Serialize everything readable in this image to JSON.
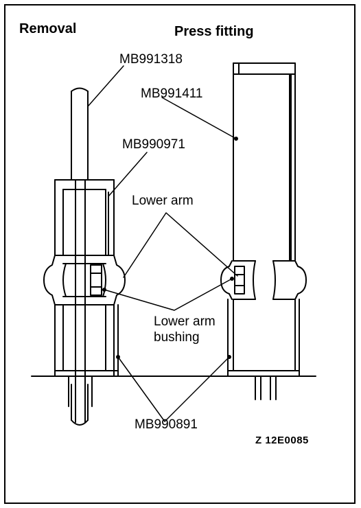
{
  "headers": {
    "removal": "Removal",
    "press_fitting": "Press fitting"
  },
  "labels": {
    "mb991318": "MB991318",
    "mb991411": "MB991411",
    "mb990971": "MB990971",
    "lower_arm": "Lower arm",
    "lower_arm_bushing_line1": "Lower arm",
    "lower_arm_bushing_line2": "bushing",
    "mb990891": "MB990891"
  },
  "figure_code": "Z 12E0085"
}
